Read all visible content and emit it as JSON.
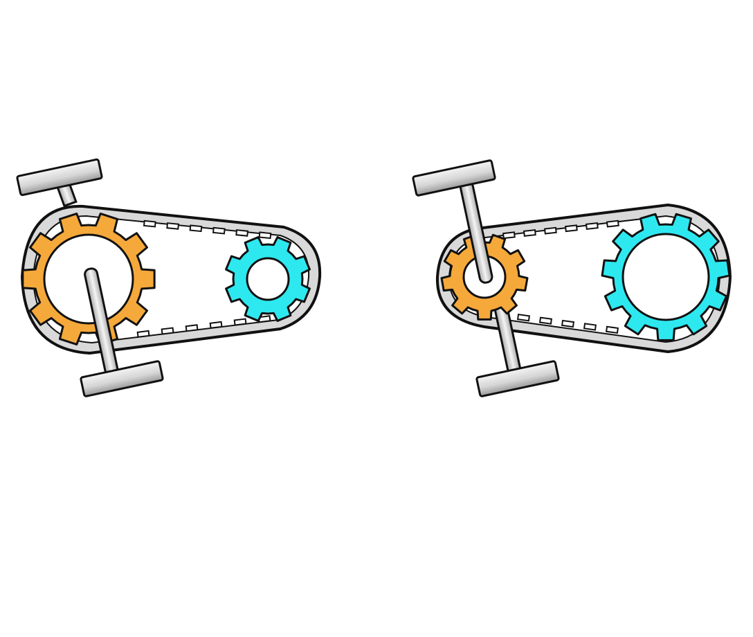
{
  "diagram": {
    "colors": {
      "background": "#ffffff",
      "outline": "#111111",
      "belt_fill": "#d9d9d9",
      "belt_inner": "#ffffff",
      "driver_gear": "#f5a93b",
      "driven_gear": "#2ee8f0",
      "crank_light": "#f2f2f2",
      "crank_dark": "#9a9a9a"
    },
    "systems": [
      {
        "id": "left",
        "driver_gear": {
          "size": "large",
          "teeth": 10
        },
        "driven_gear": {
          "size": "small",
          "teeth": 8
        }
      },
      {
        "id": "right",
        "driver_gear": {
          "size": "small",
          "teeth": 9
        },
        "driven_gear": {
          "size": "large",
          "teeth": 11
        }
      }
    ]
  }
}
